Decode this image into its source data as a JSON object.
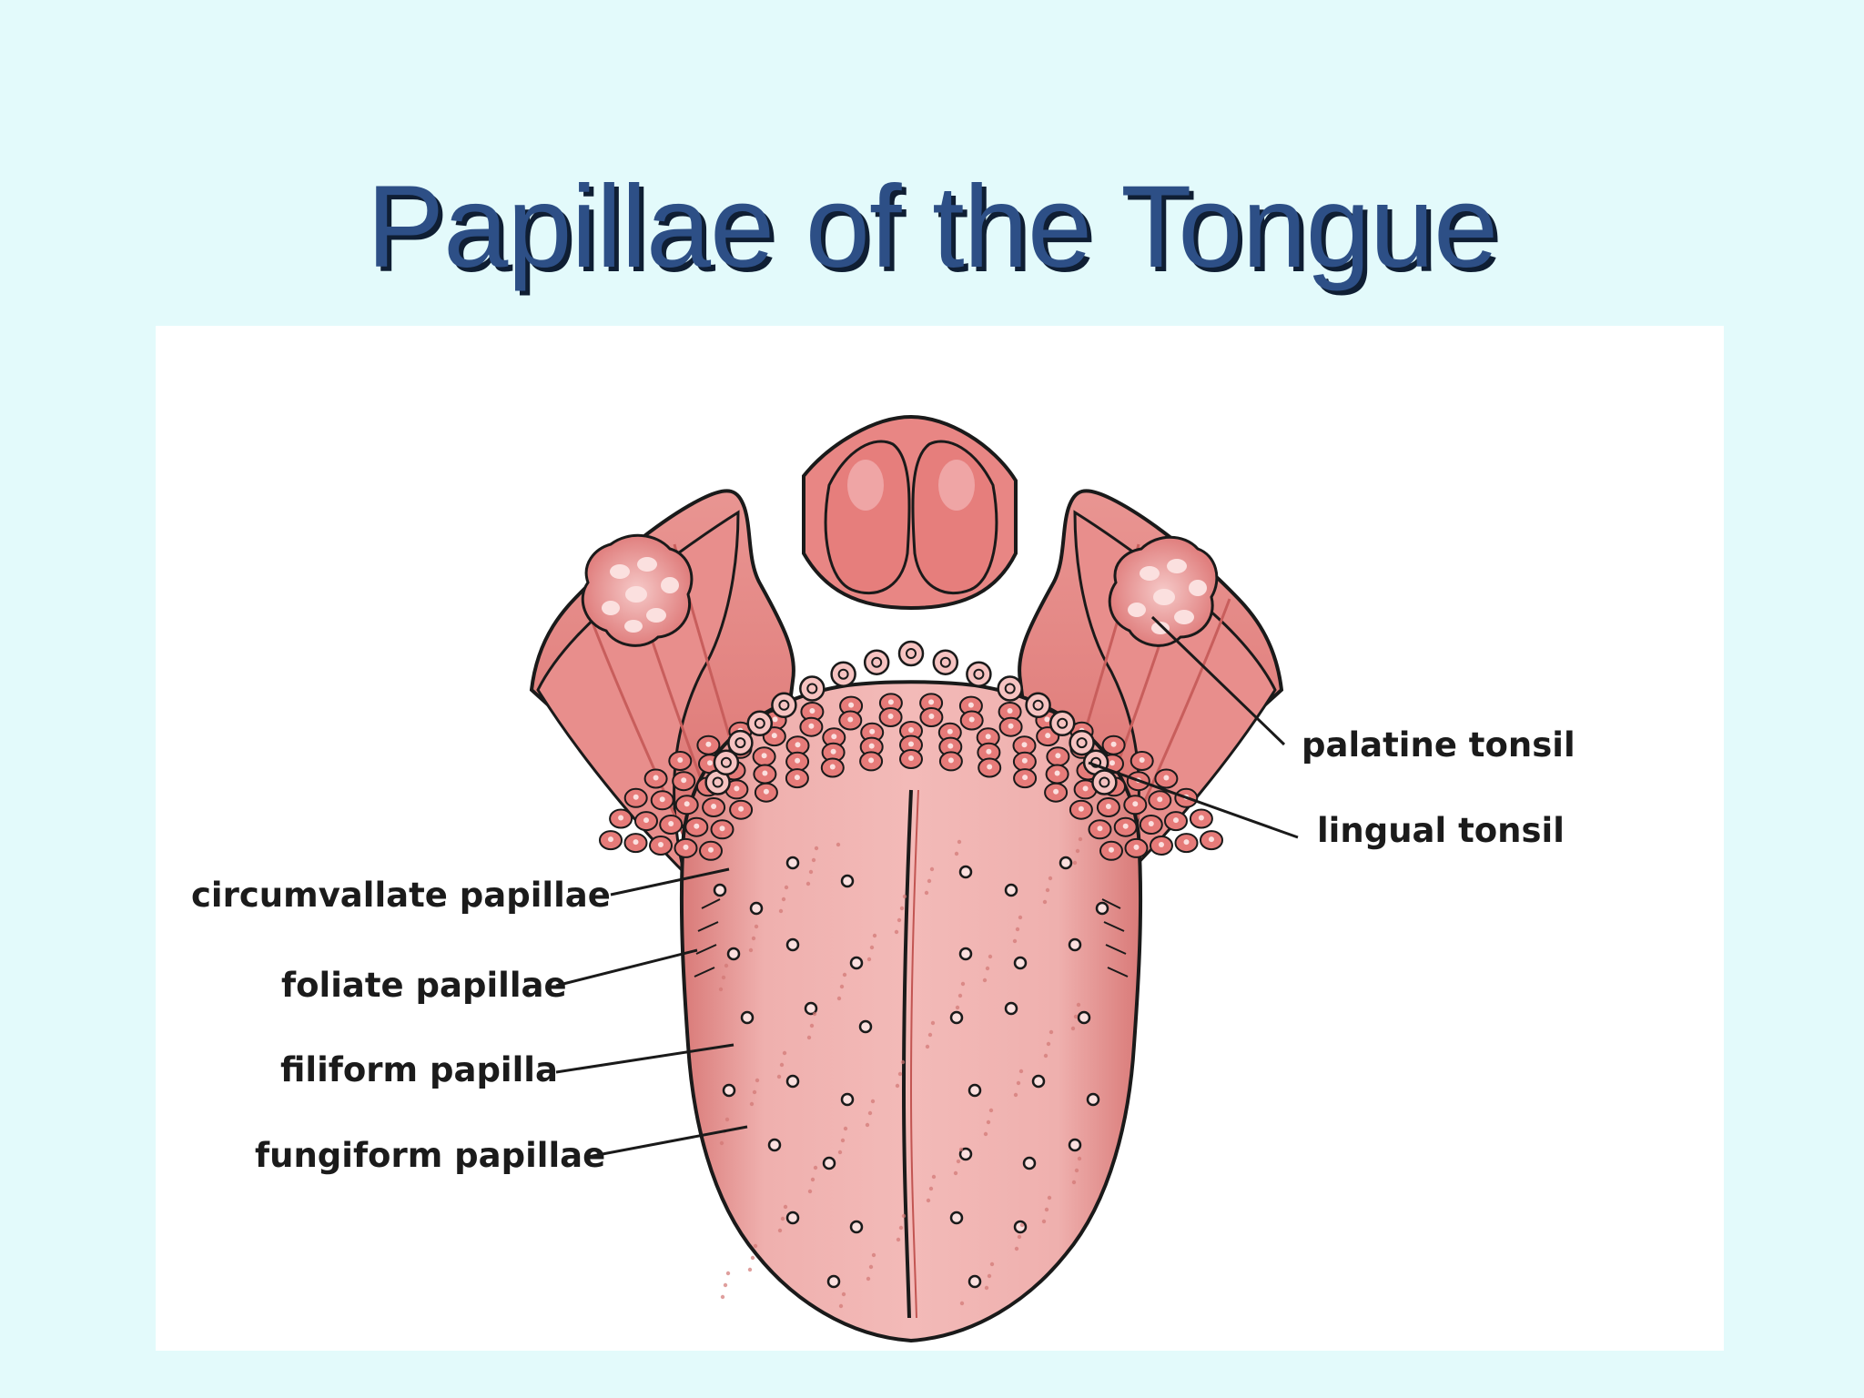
{
  "slide": {
    "title": "Papillae of the Tongue"
  },
  "diagram": {
    "labels": {
      "palatine_tonsil": "palatine tonsil",
      "lingual_tonsil": "lingual tonsil",
      "circumvallate_papillae": "circumvallate papillae",
      "foliate_papillae": "foliate papillae",
      "filiform_papilla": "filiform papilla",
      "fungiform_papillae": "fungiform papillae"
    },
    "colors": {
      "tongue_fill": "#eeaaa8",
      "tongue_dark": "#d9716f",
      "tissue_red": "#e28584",
      "outline": "#1a1a1a",
      "background": "#e3fafb",
      "title": "#2d4f86"
    }
  }
}
